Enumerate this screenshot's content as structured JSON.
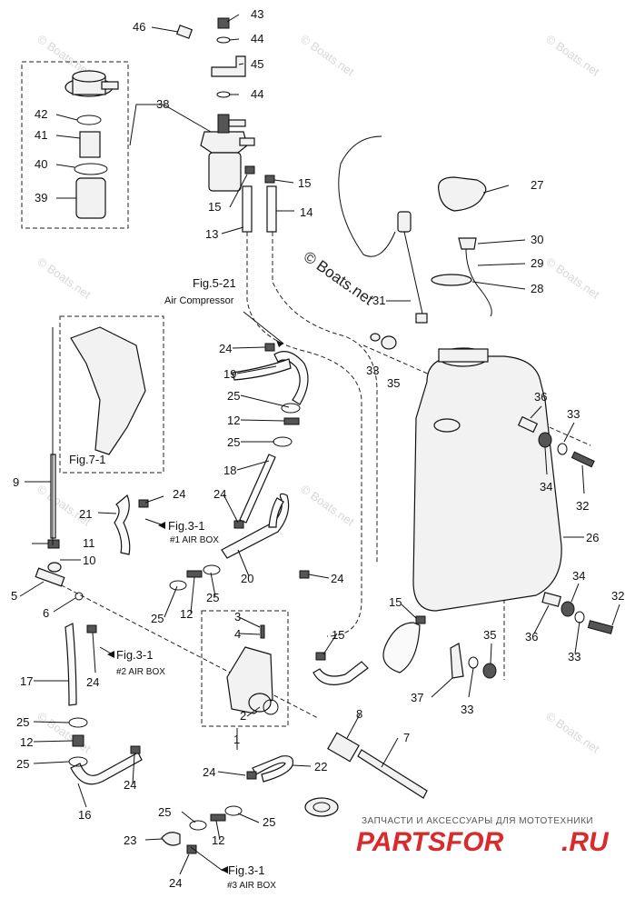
{
  "diagram": {
    "callouts": [
      "1",
      "2",
      "3",
      "4",
      "5",
      "6",
      "7",
      "8",
      "9",
      "10",
      "11",
      "12",
      "13",
      "14",
      "15",
      "16",
      "17",
      "18",
      "19",
      "20",
      "21",
      "22",
      "23",
      "24",
      "25",
      "26",
      "27",
      "28",
      "29",
      "30",
      "31",
      "32",
      "33",
      "34",
      "35",
      "36",
      "37",
      "38",
      "39",
      "40",
      "41",
      "42",
      "43",
      "44",
      "45",
      "46"
    ],
    "references": {
      "fig521_title": "Fig.5-21",
      "fig521_sub": "Air Compressor",
      "fig71": "Fig.7-1",
      "fig31_a": "Fig.3-1",
      "fig31_a_sub": "#1 AIR BOX",
      "fig31_b": "Fig.3-1",
      "fig31_b_sub": "#2 AIR BOX",
      "fig31_c": "Fig.3-1",
      "fig31_c_sub": "#3 AIR BOX"
    },
    "watermark_main": "© Boats.net",
    "watermark_faint": "© Boats.net"
  },
  "footer": {
    "tagline": "ЗАПЧАСТИ И АКСЕССУАРЫ ДЛЯ МОТОТЕХНИКИ",
    "logo": "PARTSFOR",
    "logo_suffix": ".RU"
  }
}
